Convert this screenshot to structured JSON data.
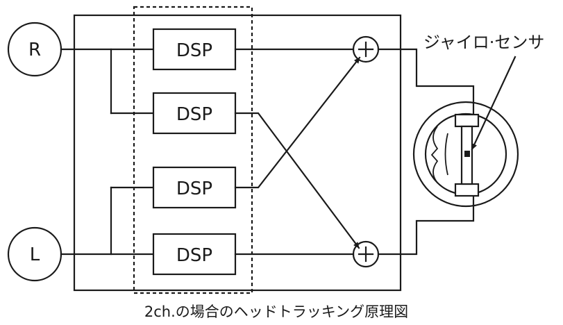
{
  "inputs": {
    "right": "R",
    "left": "L"
  },
  "dsp_blocks": [
    "DSP",
    "DSP",
    "DSP",
    "DSP"
  ],
  "sensor_label": "ジャイロ·センサ",
  "caption": "2ch.の場合のヘッドトラッキング原理図",
  "colors": {
    "line": "#1a1a1a",
    "background": "#ffffff"
  }
}
